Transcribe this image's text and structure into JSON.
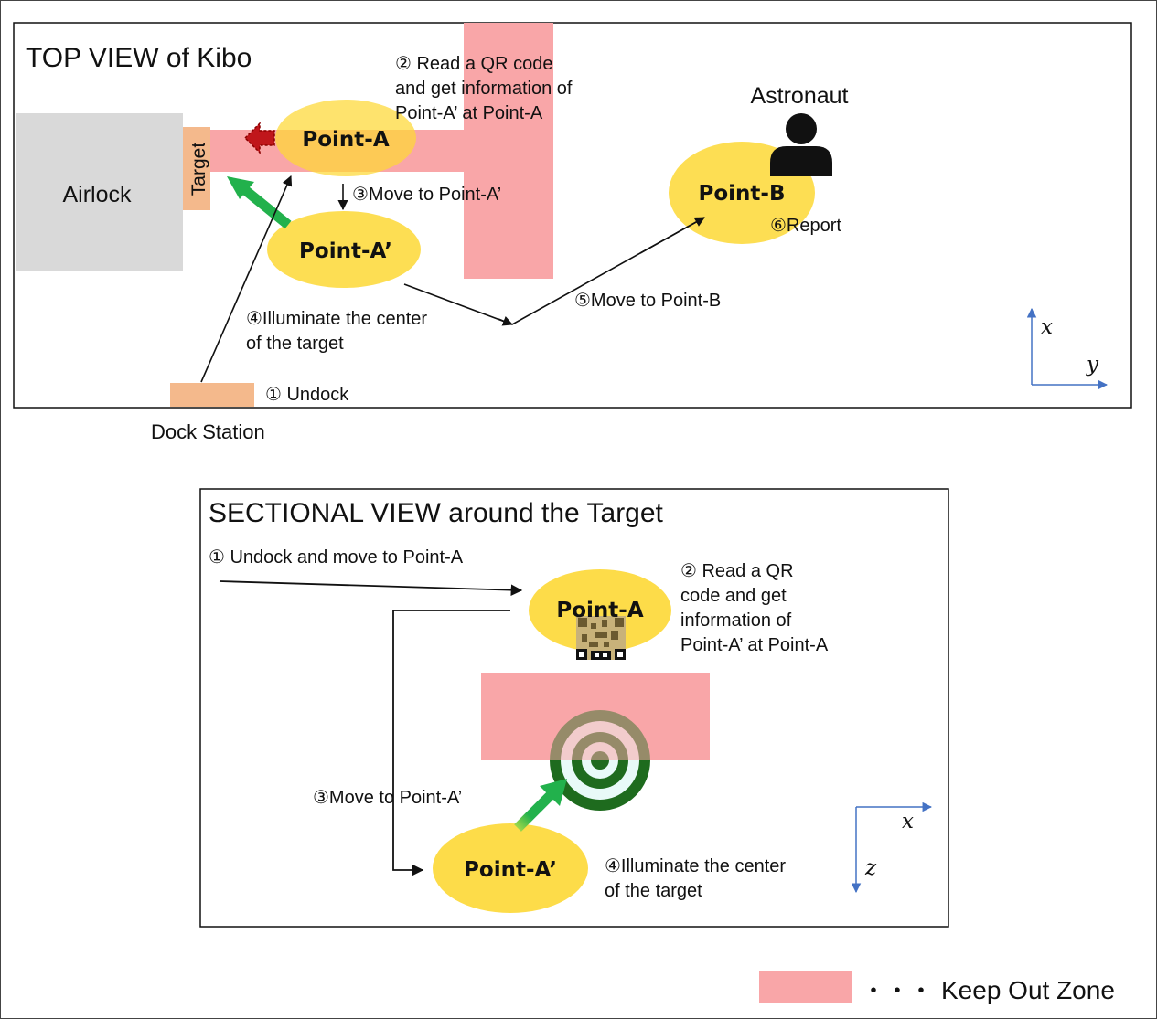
{
  "top_view": {
    "title": "TOP VIEW of Kibo",
    "airlock": "Airlock",
    "target": "Target",
    "astronaut": "Astronaut",
    "point_a": "Point-A",
    "point_a_prime": "Point-A’",
    "point_b": "Point-B",
    "step1": "① Undock",
    "step2_lines": [
      "② Read a QR code",
      "and get information of",
      "Point-A’ at Point-A"
    ],
    "step3": "③Move to Point-A’",
    "step4_lines": [
      "④Illuminate the center",
      "of the target"
    ],
    "step5": "⑤Move to Point-B",
    "step6": "⑥Report",
    "dock_station": "Dock Station",
    "axis_x": "x",
    "axis_y": "y"
  },
  "sectional_view": {
    "title": "SECTIONAL VIEW around the Target",
    "step1": "① Undock and move to Point-A",
    "point_a": "Point-A",
    "point_a_prime": "Point-A’",
    "step2_lines": [
      "② Read a QR",
      "code and get",
      "information of",
      "Point-A’ at Point-A"
    ],
    "step3": "③Move to Point-A’",
    "step4_lines": [
      "④Illuminate the center",
      "of the target"
    ],
    "axis_x": "x",
    "axis_z": "z"
  },
  "legend": {
    "dots": "・・・",
    "label": "Keep Out Zone"
  },
  "colors": {
    "keep_out_zone": "#F9A6A8",
    "point_zone": "#FDD835",
    "airlock": "#D9D9D9",
    "target_strip": "#F4B98C",
    "laser_arrow": "#22B14C",
    "axis_arrow": "#4472C4",
    "target_ring": "#1E6B1E"
  }
}
